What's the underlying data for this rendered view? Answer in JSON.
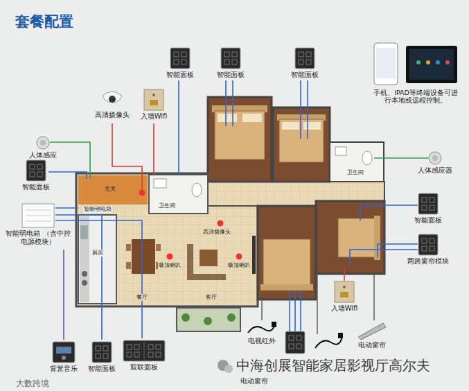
{
  "diagram": {
    "title": "套餐配置",
    "nodes": [
      {
        "text": [
          "智能面板"
        ]
      },
      {
        "text": [
          "智能面板"
        ]
      },
      {
        "text": [
          "智能面板"
        ]
      },
      {
        "text": [
          "手机、IPAD等终端设备可进行本地或远程控制。"
        ]
      },
      {
        "text": [
          "高清摄像头"
        ]
      },
      {
        "text": [
          "入墙Wifi"
        ]
      },
      {
        "text": [
          "人体感应"
        ]
      },
      {
        "text": [
          "人体感应器"
        ]
      },
      {
        "text": [
          "智能面板"
        ]
      },
      {
        "text": [
          "智能弱电箱 （含中控电源模块）"
        ]
      },
      {
        "text": [
          "智能面板"
        ]
      },
      {
        "text": [
          "两路窗帘模块"
        ]
      },
      {
        "text": [
          "入墙Wifi"
        ]
      },
      {
        "text": [
          "电视红外"
        ]
      },
      {
        "text": [
          "电动窗帘"
        ]
      },
      {
        "text": [
          "背景音乐"
        ]
      },
      {
        "text": [
          "智能面板"
        ]
      },
      {
        "text": [
          "双联面板"
        ]
      },
      {
        "text": [
          "电动窗帘"
        ]
      }
    ],
    "labels": [
      "玄关",
      "卫生间",
      "卫生间",
      "智能弱电箱",
      "厨房",
      "餐厅",
      "客厅",
      "高清摄像头",
      "吸顶喇叭",
      "吸顶喇叭",
      "中海创展智能家居影视厅高尔夫",
      "大数跨境"
    ]
  }
}
